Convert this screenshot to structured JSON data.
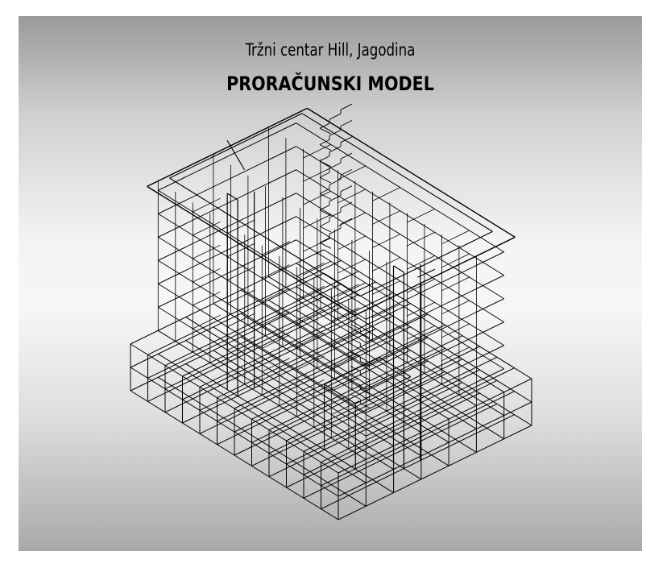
{
  "header": {
    "subtitle": "Tržni centar Hill, Jagodina",
    "title": "PRORAČUNSKI MODEL"
  },
  "drawing": {
    "type": "3d-structural-wireframe",
    "stroke_color": "#000000"
  }
}
